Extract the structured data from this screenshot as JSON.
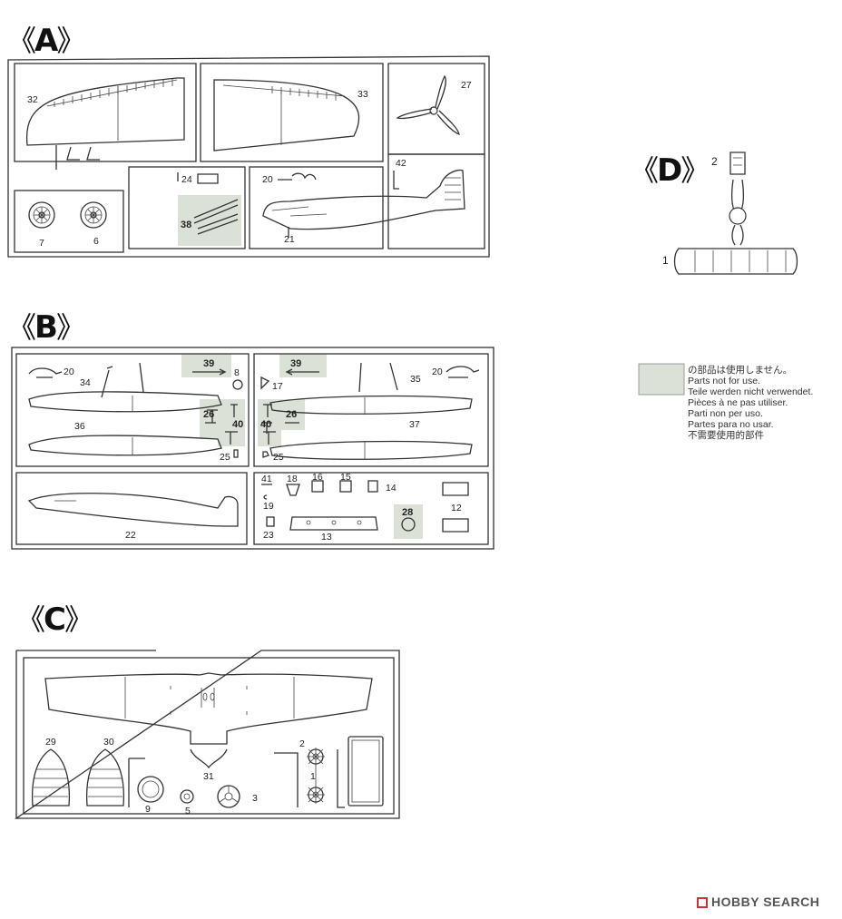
{
  "sections": {
    "a": {
      "title": "A"
    },
    "b": {
      "title": "B"
    },
    "c": {
      "title": "C"
    },
    "d": {
      "title": "D"
    }
  },
  "part_numbers": {
    "a": [
      "32",
      "33",
      "27",
      "24",
      "38",
      "20",
      "42",
      "21",
      "7",
      "6"
    ],
    "b": [
      "39",
      "8",
      "20",
      "34",
      "36",
      "26",
      "40",
      "25",
      "39",
      "17",
      "35",
      "20",
      "37",
      "26",
      "40",
      "25",
      "41",
      "18",
      "16",
      "15",
      "14",
      "12",
      "19",
      "28",
      "22",
      "23",
      "13"
    ],
    "c": [
      "29",
      "30",
      "31",
      "9",
      "5",
      "3",
      "2",
      "1"
    ],
    "d": [
      "2",
      "1"
    ]
  },
  "legend": {
    "swatch_color": "#dbe1d7",
    "lines": [
      "の部品は使用しません。",
      "Parts not for use.",
      "Teile werden nicht verwendet.",
      "Pièces à ne pas utiliser.",
      "Parti non per uso.",
      "Partes para no usar.",
      "不需要使用的部件"
    ]
  },
  "watermark": {
    "text": "HOBBY SEARCH"
  }
}
